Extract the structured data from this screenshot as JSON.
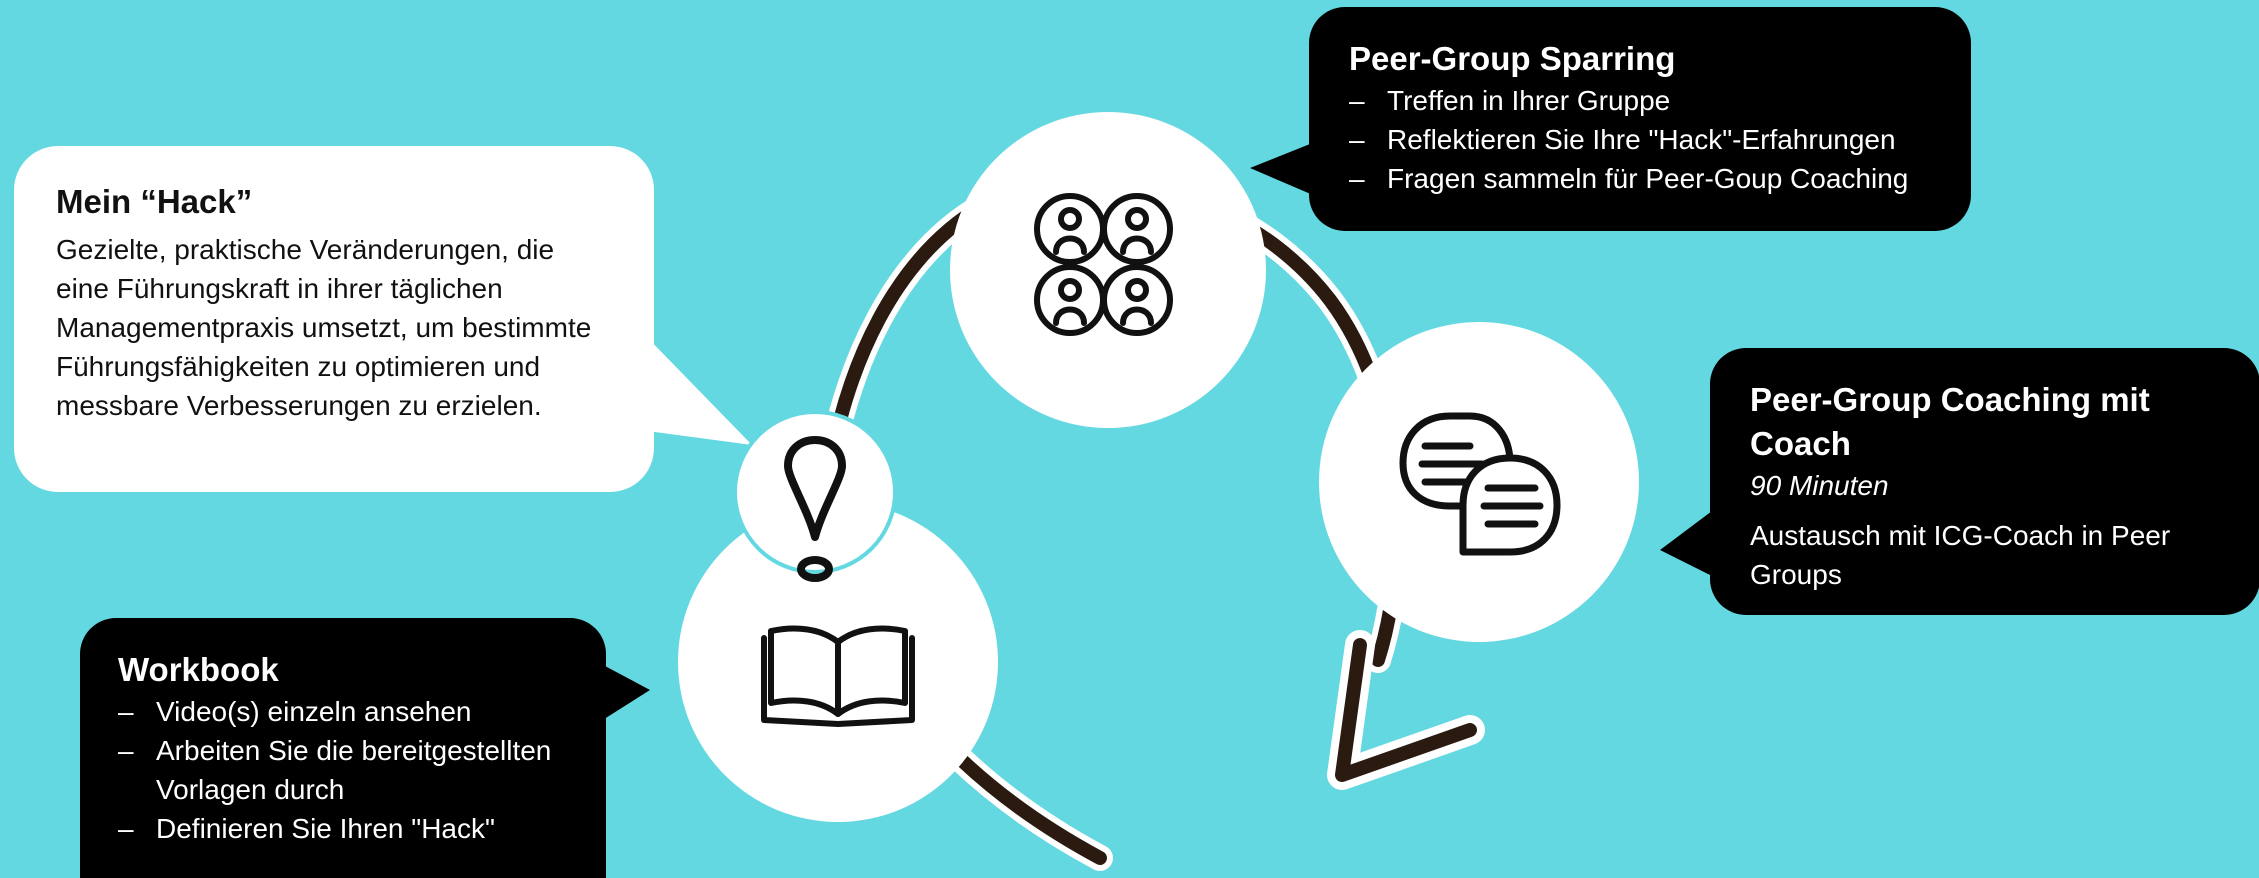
{
  "hack": {
    "title": "Mein “Hack”",
    "text": "Gezielte, praktische Veränderungen, die eine Führungskraft in ihrer täglichen Managementpraxis umsetzt, um bestimmte Führungsfähigkeiten zu optimieren und messbare Verbesserungen zu erzielen."
  },
  "sparring": {
    "title": "Peer-Group Sparring",
    "items": [
      "Treffen in Ihrer Gruppe",
      "Reflektieren Sie Ihre \"Hack\"-Erfahrungen",
      "Fragen sammeln für Peer-Goup Coaching"
    ]
  },
  "coaching": {
    "title": "Peer-Group Coaching mit Coach",
    "duration": "90 Minuten",
    "text": "Austausch mit ICG-Coach in Peer Groups"
  },
  "workbook": {
    "title": "Workbook",
    "items": [
      "Video(s) einzeln ansehen",
      "Arbeiten Sie die bereitgestellten Vorlagen durch",
      "Definieren Sie Ihren \"Hack\""
    ]
  },
  "icons": {
    "hack": "exclamation-icon",
    "workbook": "open-book-icon",
    "sparring": "group-people-icon",
    "coaching": "chat-bubbles-icon"
  },
  "colors": {
    "background": "#64d8e0",
    "arrow": "#2a1a10",
    "callout_dark": "#000000",
    "callout_light": "#ffffff"
  }
}
